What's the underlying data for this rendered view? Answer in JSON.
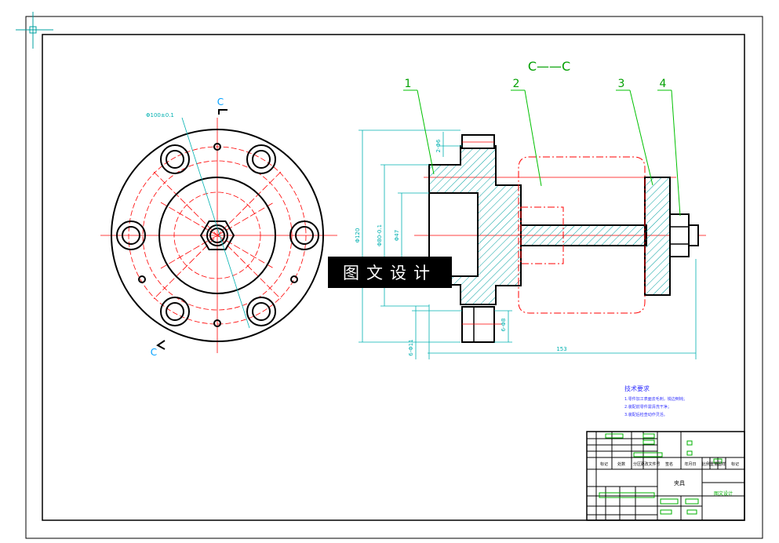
{
  "colors": {
    "outline": "#000000",
    "centerline": "#ff0000",
    "hatch": "#00a0a0",
    "dimension": "#00b0b0",
    "leader": "#00c000",
    "label": "#00a000",
    "notes": "#3030ff",
    "titleblock_mark": "#00b000"
  },
  "section_title": "C——C",
  "section_marker_top": "C",
  "section_marker_bottom": "C",
  "part_numbers": [
    "1",
    "2",
    "3",
    "4"
  ],
  "left_view": {
    "dia_label": "Φ100±0.1"
  },
  "dims": {
    "d120": "Φ120",
    "d80": "Φ80-0.1",
    "d47": "Φ47",
    "top_hole": "2-Φ6",
    "right_hole": "6-Φ8",
    "bottom_hole": "6-Φ11",
    "length": "153"
  },
  "notes": {
    "title": "技术要求",
    "line1": "1.零件加工表面去毛刺，锐边倒钝；",
    "line2": "2.装配前零件需清洗干净；",
    "line3": "3.装配后检查动作灵活。"
  },
  "titleblock": {
    "part_name": "夹具",
    "company": "图文设计",
    "col_headers": [
      "标记",
      "处数",
      "分区",
      "更改文件号",
      "签名",
      "年月日"
    ],
    "right_headers": [
      "比例",
      "重量",
      "图样",
      "标记"
    ]
  },
  "watermark": "图文设计"
}
